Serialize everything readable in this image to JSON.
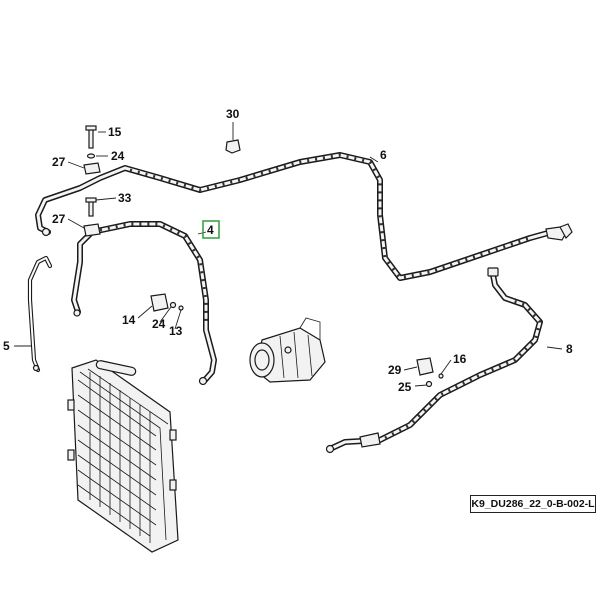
{
  "callouts": {
    "c30": "30",
    "c15": "15",
    "c27a": "27",
    "c24a": "24",
    "c6": "6",
    "c33": "33",
    "c27b": "27",
    "c4": "4",
    "c14": "14",
    "c24b": "24",
    "c13": "13",
    "c5": "5",
    "c8": "8",
    "c29": "29",
    "c16": "16",
    "c25": "25"
  },
  "reference_code": "K9_DU286_22_0-B-002-L",
  "colors": {
    "line": "#1a1a1a",
    "highlight_box": "#2e9e3a",
    "background": "#ffffff"
  }
}
